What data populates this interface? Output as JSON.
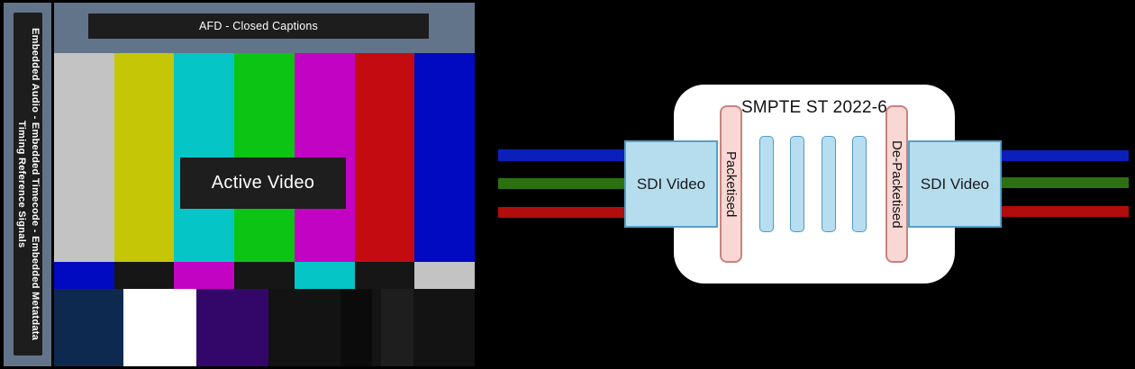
{
  "test_card": {
    "sidebar_line1": "Embedded Audio - Embedded Timecode - Embedded Metatdata",
    "sidebar_line2": "Timing Reference Signals",
    "vanc_label": "AFD - Closed Captions",
    "active_video_label": "Active Video",
    "frame_color": "#627489",
    "bars_main": [
      "#c3c3c3",
      "#c5c606",
      "#06c5c6",
      "#0cc413",
      "#c303c3",
      "#c40b11",
      "#020ac1"
    ],
    "bars_castellation": [
      "#020ac1",
      "#161616",
      "#c303c3",
      "#161616",
      "#06c5c6",
      "#161616",
      "#c3c3c3"
    ],
    "bars_bottom": [
      "#0e2950",
      "#ffffff",
      "#330669",
      "#131313",
      "#0b0b0b",
      "#141414",
      "#1e1e1e",
      "#131313"
    ]
  },
  "diagram": {
    "title": "SMPTE ST 2022-6",
    "sdi_input_label": "SDI Video",
    "sdi_output_label": "SDI Video",
    "packetiser_label": "Packetised",
    "depacketiser_label": "De-Packetised",
    "packet_count": 4,
    "colors": {
      "container_fill": "#ffffff",
      "sdi_box_fill": "#b6ddee",
      "sdi_box_border": "#55a0c5",
      "stage_fill": "#f8d7d4",
      "stage_border": "#c9827d",
      "packet_fill": "#b7def0",
      "packet_border": "#4f9bc0",
      "stream_blue": "#0b20bb",
      "stream_green": "#2d7012",
      "stream_red": "#b00d0c"
    }
  }
}
